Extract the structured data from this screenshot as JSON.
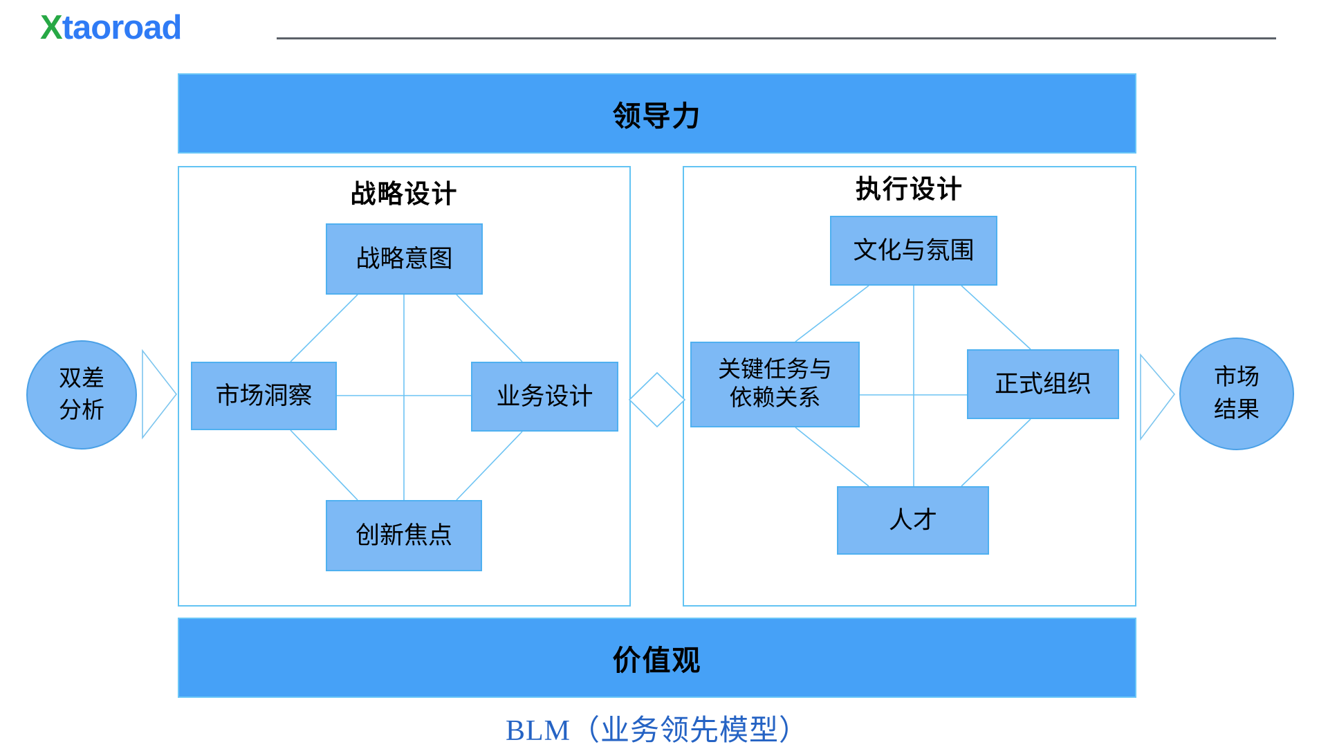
{
  "logo": {
    "prefix": "X",
    "suffix": "taoroad"
  },
  "top_banner": {
    "label": "领导力"
  },
  "bottom_banner": {
    "label": "价值观"
  },
  "left_panel": {
    "title": "战略设计",
    "nodes": [
      {
        "label": "战略意图"
      },
      {
        "label": "市场洞察"
      },
      {
        "label": "业务设计"
      },
      {
        "label": "创新焦点"
      }
    ]
  },
  "right_panel": {
    "title": "执行设计",
    "nodes": [
      {
        "label": "文化与氛围"
      },
      {
        "label": "关键任务与依赖关系",
        "lines": [
          "关键任务与",
          "依赖关系"
        ]
      },
      {
        "label": "正式组织"
      },
      {
        "label": "人才"
      }
    ]
  },
  "input_circle": {
    "lines": [
      "双差",
      "分析"
    ]
  },
  "output_circle": {
    "lines": [
      "市场",
      "结果"
    ]
  },
  "caption": {
    "label": "BLM（业务领先模型）"
  },
  "colors": {
    "banner_fill": "#46a1f7",
    "node_fill": "#7db9f5",
    "node_border": "#4fb0f0",
    "panel_border": "#62c3f3",
    "connector_line": "#6cc3f3",
    "logo_x": "#27a845",
    "logo_text": "#2f7bf5",
    "caption_text": "#2563c4",
    "header_rule": "#5b6168"
  }
}
